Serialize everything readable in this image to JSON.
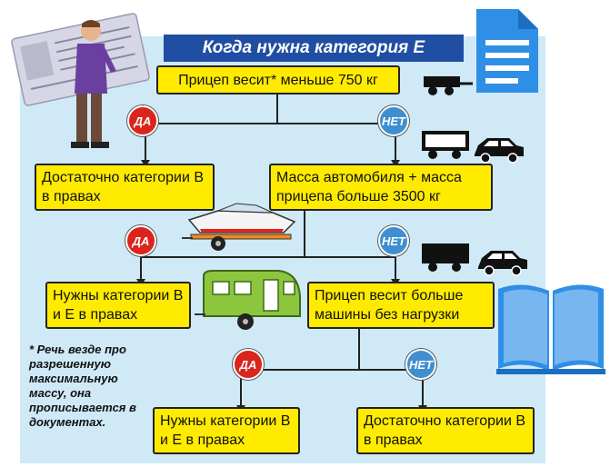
{
  "title": "Когда нужна категория Е",
  "nodes": {
    "q1": "Прицеп весит* меньше 750 кг",
    "a_b_only_1": "Достаточно категории В в правах",
    "q2": "Масса автомобиля + масса прицепа больше 3500 кг",
    "a_be_1": "Нужны категории В и Е в правах",
    "q3": "Прицеп весит больше машины без нагрузки",
    "a_be_2": "Нужны категории В и Е в правах",
    "a_b_only_2": "Достаточно категории В в правах"
  },
  "badges": {
    "yes": "ДА",
    "no": "НЕТ"
  },
  "footnote": "* Речь везде про разрешенную максимальную массу, она прописывается в документах.",
  "colors": {
    "panel": "#cfe9f6",
    "title_bar": "#1f4ea3",
    "node_fill": "#ffeb00",
    "yes_badge": "#d9251c",
    "no_badge": "#3f8fd0"
  },
  "icons": [
    "license-card-icon",
    "person-icon",
    "document-icon",
    "trailer-icon",
    "truck-icon",
    "car-icon",
    "boat-trailer-icon",
    "caravan-icon",
    "open-book-icon"
  ]
}
